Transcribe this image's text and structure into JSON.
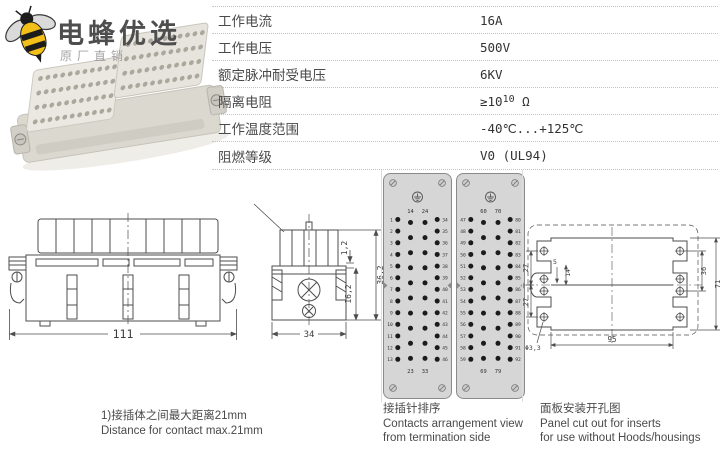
{
  "logo": {
    "title": "电蜂优选",
    "subtitle": "原厂直销"
  },
  "spec_table": {
    "rows": [
      {
        "label": "工作电流",
        "value": "16A"
      },
      {
        "label": "工作电压",
        "value": "500V"
      },
      {
        "label": "额定脉冲耐受电压",
        "value": "6KV"
      },
      {
        "label": "隔离电阻",
        "value_base": "≥10",
        "value_sup": "10",
        "value_unit": "Ω"
      },
      {
        "label": "工作温度范围",
        "value": "-40℃...+125℃"
      },
      {
        "label": "阻燃等级",
        "value": "V0 (UL94)"
      }
    ]
  },
  "drawings": {
    "front_view": {
      "dim_width": "111"
    },
    "side_view": {
      "dim_top": "1,2",
      "dim_overall": "36,2",
      "dim_insert": "16,2",
      "dim_depth": "34"
    },
    "inserts": [
      {
        "top_labels": [
          "14",
          "24"
        ],
        "bottom_labels": [
          "23",
          "33"
        ],
        "left_pins": [
          "1",
          "2",
          "3",
          "4",
          "5",
          "6",
          "7",
          "8",
          "9",
          "10",
          "11",
          "12",
          "13"
        ],
        "right_pins": [
          "34",
          "35",
          "36",
          "37",
          "38",
          "39",
          "40",
          "41",
          "42",
          "43",
          "44",
          "45",
          "46"
        ]
      },
      {
        "top_labels": [
          "60",
          "70"
        ],
        "bottom_labels": [
          "69",
          "79"
        ],
        "left_pins": [
          "47",
          "48",
          "49",
          "50",
          "51",
          "52",
          "53",
          "54",
          "55",
          "56",
          "57",
          "58",
          "59"
        ],
        "right_pins": [
          "80",
          "81",
          "82",
          "83",
          "84",
          "85",
          "86",
          "87",
          "88",
          "89",
          "90",
          "91",
          "92"
        ]
      }
    ],
    "panel_cutout": {
      "dim_left_top": "27",
      "dim_left_bottom": "27",
      "dim_step": "5",
      "dim_offset": "14",
      "dim_width": "95",
      "dim_inner_height": "36",
      "dim_outer_height": "71",
      "dim_hole": "Φ3,3"
    }
  },
  "captions": {
    "contact_distance": {
      "lines": [
        "1)接插体之间最大距离21mm",
        "Distance for contact max.21mm"
      ]
    },
    "arrangement": {
      "lines": [
        "接插针排序",
        "Contacts arrangement view",
        "from termination side"
      ]
    },
    "panel_cutout": {
      "lines": [
        "面板安装开孔图",
        "Panel cut out for inserts",
        "for use without Hoods/housings"
      ]
    }
  },
  "colors": {
    "accent_yellow": "#f2c018",
    "line": "#4d4d4d",
    "insert_fill": "#d6d6d6",
    "photo_body": "#e9e6df"
  }
}
